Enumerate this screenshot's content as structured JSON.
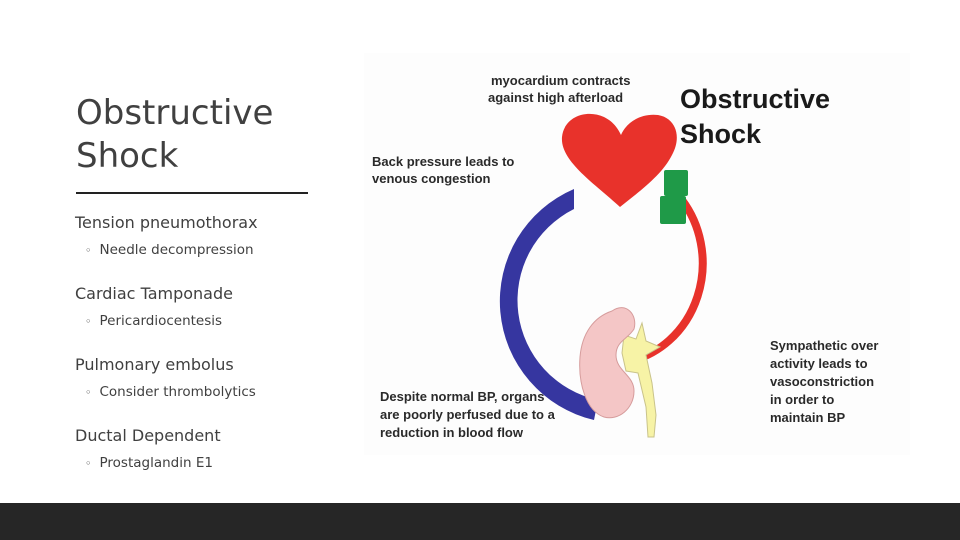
{
  "slide": {
    "title_line1": "Obstructive",
    "title_line2": "Shock",
    "bullets": [
      {
        "main": "Tension pneumothorax",
        "sub": "Needle decompression"
      },
      {
        "main": "Cardiac Tamponade",
        "sub": "Pericardiocentesis"
      },
      {
        "main": "Pulmonary embolus",
        "sub": "Consider thrombolytics"
      },
      {
        "main": "Ductal Dependent",
        "sub": "Prostaglandin E1"
      }
    ],
    "sub_bullet_glyph": "◦"
  },
  "diagram": {
    "title_line1": "Obstructive",
    "title_line2": "Shock",
    "label_heart_1": "myocardium contracts",
    "label_heart_2": "against high afterload",
    "label_back_1": "Back pressure leads to",
    "label_back_2": "venous congestion",
    "label_symp_1": "Sympathetic over",
    "label_symp_2": "activity leads to",
    "label_symp_3": "vasoconstriction",
    "label_symp_4": "in order to",
    "label_symp_5": "maintain BP",
    "label_organ_1": "Despite normal BP, organs",
    "label_organ_2": "are poorly perfused due to a",
    "label_organ_3": "reduction in blood flow",
    "colors": {
      "heart": "#e8322b",
      "venous": "#3636a0",
      "arterial": "#e8322b",
      "obstruction": "#1f9a48",
      "kidney": "#f4c6c6",
      "adrenal": "#f7f3a6"
    }
  }
}
